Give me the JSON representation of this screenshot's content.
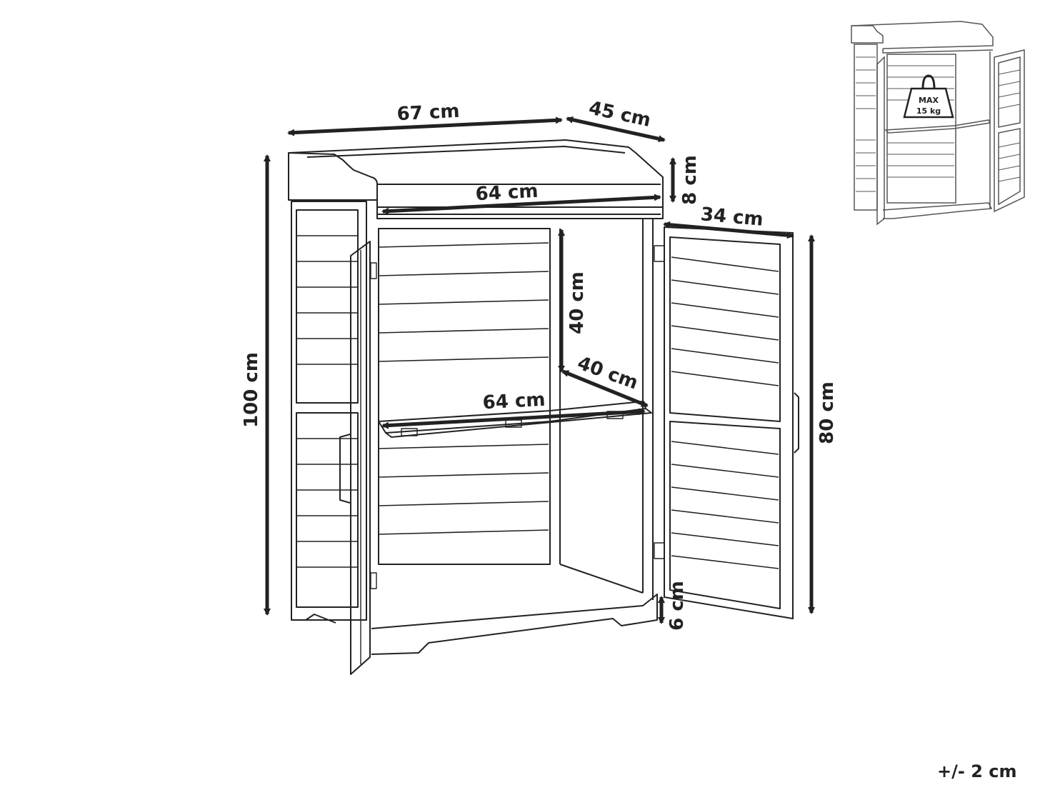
{
  "colors": {
    "line": "#222222",
    "thumb_line": "#555555",
    "background": "#ffffff"
  },
  "dimensions": {
    "top_width": "67 cm",
    "top_depth": "45 cm",
    "tray_height": "8 cm",
    "inner_width": "64 cm",
    "door_width": "34 cm",
    "compartment_height": "40 cm",
    "shelf_depth": "40 cm",
    "shelf_width": "64 cm",
    "total_height": "100 cm",
    "body_height": "80 cm",
    "base_height": "6 cm"
  },
  "thumbnail": {
    "weight_line1": "MAX",
    "weight_line2": "15 kg",
    "icon": "weight-icon"
  },
  "tolerance": "+/- 2 cm"
}
